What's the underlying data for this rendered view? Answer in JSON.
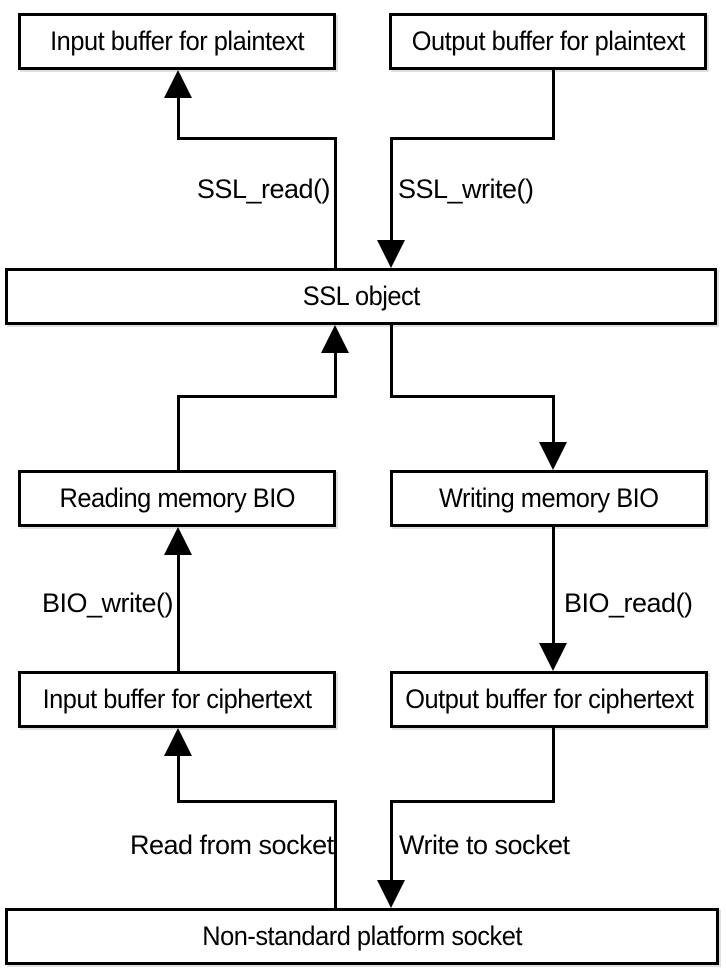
{
  "diagram": {
    "title_semantic": "OpenSSL memory BIO data flow",
    "colors": {
      "background": "#ffffff",
      "line": "#000000",
      "box_fill": "#ffffff"
    },
    "boxes": [
      {
        "id": "input-plaintext",
        "label": "Input buffer for plaintext"
      },
      {
        "id": "output-plaintext",
        "label": "Output buffer for plaintext"
      },
      {
        "id": "ssl-object",
        "label": "SSL object"
      },
      {
        "id": "reading-bio",
        "label": "Reading memory BIO"
      },
      {
        "id": "writing-bio",
        "label": "Writing memory BIO"
      },
      {
        "id": "input-ciphertext",
        "label": "Input buffer for ciphertext"
      },
      {
        "id": "output-ciphertext",
        "label": "Output buffer for ciphertext"
      },
      {
        "id": "socket",
        "label": "Non-standard platform socket"
      }
    ],
    "edge_labels": [
      {
        "id": "ssl-read",
        "label": "SSL_read()"
      },
      {
        "id": "ssl-write",
        "label": "SSL_write()"
      },
      {
        "id": "bio-write",
        "label": "BIO_write()"
      },
      {
        "id": "bio-read",
        "label": "BIO_read()"
      },
      {
        "id": "read-from-socket",
        "label": "Read from socket"
      },
      {
        "id": "write-to-socket",
        "label": "Write to socket"
      }
    ],
    "edges": [
      {
        "from": "ssl-object",
        "to": "input-plaintext",
        "label": "SSL_read()"
      },
      {
        "from": "output-plaintext",
        "to": "ssl-object",
        "label": "SSL_write()"
      },
      {
        "from": "reading-bio",
        "to": "ssl-object",
        "label": ""
      },
      {
        "from": "ssl-object",
        "to": "writing-bio",
        "label": ""
      },
      {
        "from": "input-ciphertext",
        "to": "reading-bio",
        "label": "BIO_write()"
      },
      {
        "from": "writing-bio",
        "to": "output-ciphertext",
        "label": "BIO_read()"
      },
      {
        "from": "socket",
        "to": "input-ciphertext",
        "label": "Read from socket"
      },
      {
        "from": "output-ciphertext",
        "to": "socket",
        "label": "Write to socket"
      }
    ]
  }
}
